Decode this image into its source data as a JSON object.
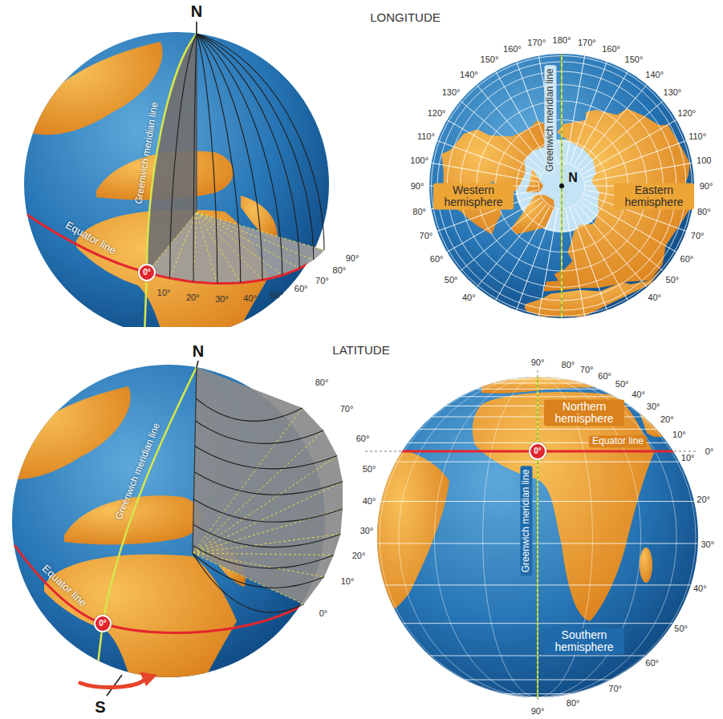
{
  "diagram": {
    "nodes": [
      {
        "text": [
          "0°"
        ]
      },
      {
        "text": [
          "0°"
        ]
      },
      {
        "text": [
          "0°"
        ]
      }
    ],
    "labels": [
      "N",
      "LONGITUDE",
      "Greenwich meridian line",
      "Equator line",
      "10°",
      "20°",
      "30°",
      "40°",
      "50°",
      "60°",
      "70°",
      "80°",
      "90°",
      "180°",
      "170°",
      "160°",
      "150°",
      "140°",
      "130°",
      "120°",
      "110°",
      "100°",
      "90°",
      "80°",
      "70°",
      "60°",
      "50°",
      "40°",
      "170°",
      "160°",
      "150°",
      "140°",
      "130°",
      "120°",
      "110°",
      "100",
      "90°",
      "80°",
      "70°",
      "60°",
      "50°",
      "40°",
      "Western hemisphere",
      "N",
      "Greenwich meridian line",
      "Eastern hemisphere",
      "N",
      "LATITUDE",
      "Greenwich meridian line",
      "Equator line",
      "80°",
      "70°",
      "60°",
      "50°",
      "40°",
      "30°",
      "20°",
      "10°",
      "0°",
      "S",
      "90°",
      "80°",
      "70°",
      "60°",
      "50°",
      "40°",
      "30°",
      "20°",
      "10°",
      "Northern hemisphere",
      "Greenwich meridian line",
      "Equator line",
      "0°",
      "10°",
      "20°",
      "30°",
      "40°",
      "50°",
      "60°",
      "70°",
      "80°",
      "Southern hemisphere",
      "90°"
    ]
  }
}
